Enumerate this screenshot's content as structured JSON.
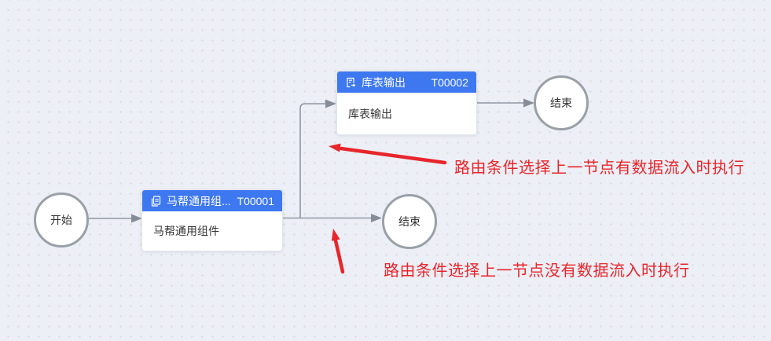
{
  "colors": {
    "canvas_bg": "#edeff6",
    "dot_gray": "#e2e0e4",
    "node_header_blue": "#3e78f0",
    "edge_gray": "#9097a1",
    "arrow_gray": "#868d98",
    "circle_border": "#9aa0a8",
    "node_text": "#333333",
    "annotation_red": "#e7262c"
  },
  "nodes": {
    "start": {
      "label": "开始"
    },
    "component": {
      "title": "马帮通用组...",
      "id": "T00001",
      "body": "马帮通用组件",
      "icon": "copy-pages-icon"
    },
    "table_output": {
      "title": "库表输出",
      "id": "T00002",
      "body": "库表输出",
      "icon": "document-export-icon"
    },
    "end_top": {
      "label": "结束"
    },
    "end_bottom": {
      "label": "结束"
    }
  },
  "annotations": {
    "top": "路由条件选择上一节点有数据流入时执行",
    "bottom": "路由条件选择上一节点没有数据流入时执行"
  }
}
